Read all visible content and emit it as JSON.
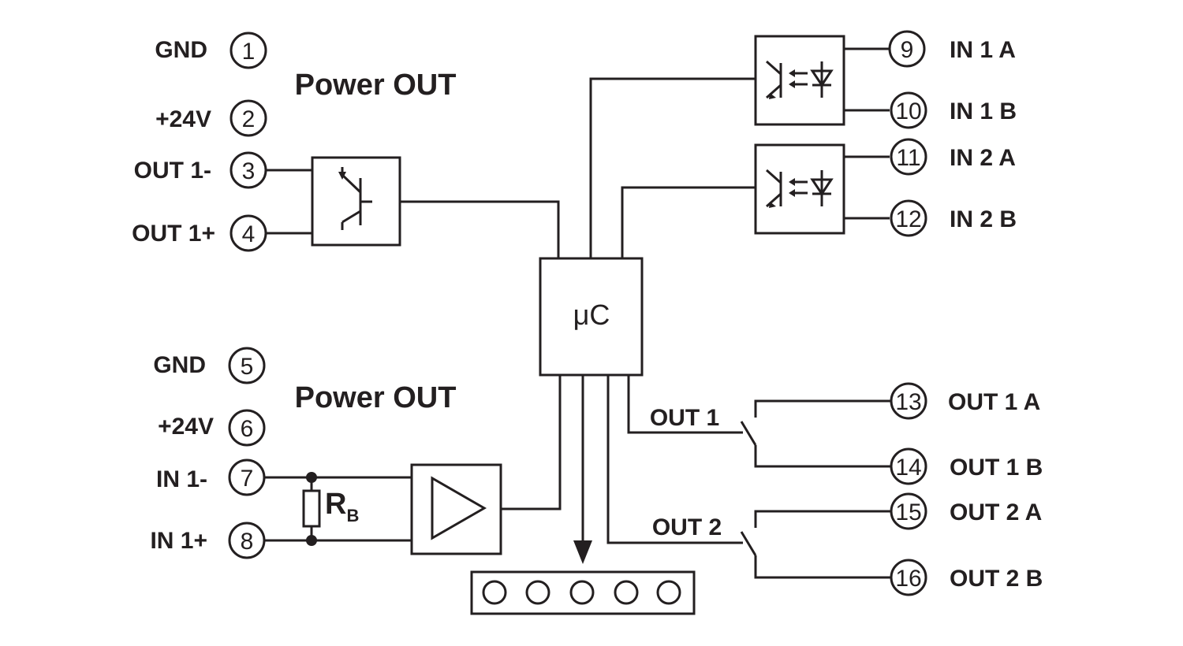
{
  "terminals": [
    {
      "num": "1",
      "label": "GND"
    },
    {
      "num": "2",
      "label": "+24V"
    },
    {
      "num": "3",
      "label": "OUT 1-"
    },
    {
      "num": "4",
      "label": "OUT 1+"
    },
    {
      "num": "5",
      "label": "GND"
    },
    {
      "num": "6",
      "label": "+24V"
    },
    {
      "num": "7",
      "label": "IN 1-"
    },
    {
      "num": "8",
      "label": "IN 1+"
    },
    {
      "num": "9",
      "label": "IN 1 A"
    },
    {
      "num": "10",
      "label": "IN 1 B"
    },
    {
      "num": "11",
      "label": "IN 2 A"
    },
    {
      "num": "12",
      "label": "IN 2 B"
    },
    {
      "num": "13",
      "label": "OUT 1 A"
    },
    {
      "num": "14",
      "label": "OUT 1 B"
    },
    {
      "num": "15",
      "label": "OUT 2 A"
    },
    {
      "num": "16",
      "label": "OUT 2 B"
    }
  ],
  "groups": {
    "power_out_1": "Power OUT",
    "power_out_2": "Power OUT"
  },
  "blocks": {
    "microcontroller": "μC",
    "resistor": "R",
    "resistor_sub": "B",
    "relay_1": "OUT 1",
    "relay_2": "OUT 2"
  }
}
